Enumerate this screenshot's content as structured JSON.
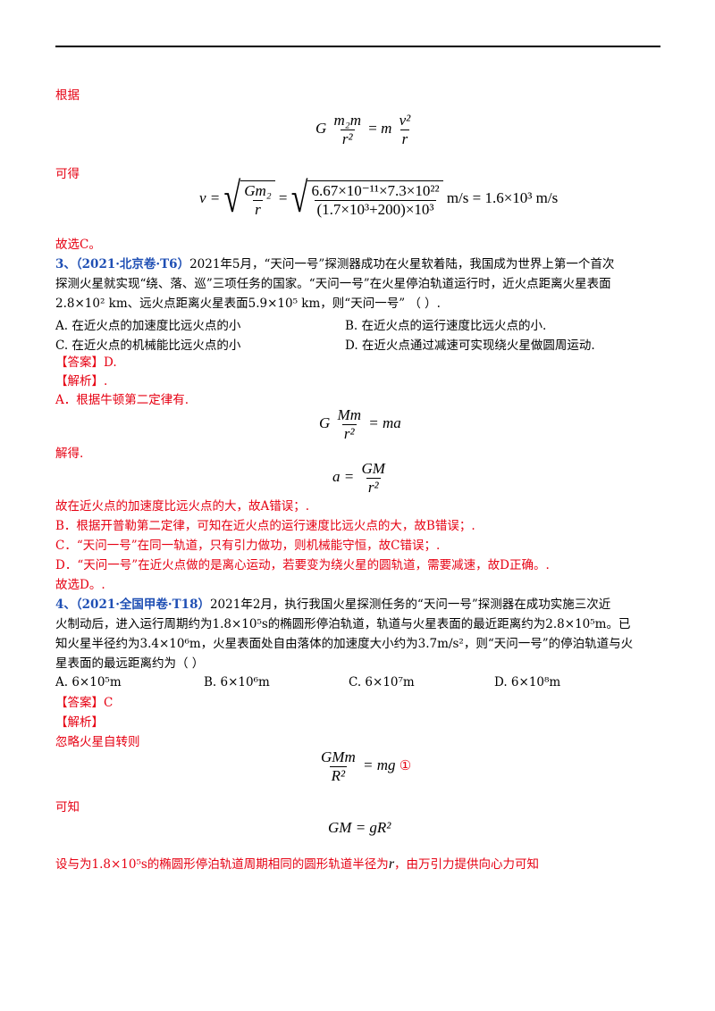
{
  "p1_label": "根据",
  "p1_eq": {
    "G": "G",
    "num": "m₂m",
    "den": "r²",
    "eqs": "=",
    "m": "m",
    "num2": "v²",
    "den2": "r"
  },
  "p2_label": "可得",
  "p2_eq": {
    "lhs": "v =",
    "inner_num": "Gm₂",
    "inner_den": "r",
    "eq1": "=",
    "big_num": "6.67×10⁻¹¹×7.3×10²²",
    "big_den": "(1.7×10³+200)×10³",
    "rhs": "m/s = 1.6×10³ m/s"
  },
  "p3": "故选C。",
  "q3": {
    "num": "3、",
    "tag": "（2021·北京卷·T6）",
    "line1": "2021年5月，“天问一号”探测器成功在火星软着陆，我国成为世界上第一个首次",
    "line2": "探测火星就实现“绕、落、巡”三项任务的国家。“天问一号”在火星停泊轨道运行时，近火点距离火星表面",
    "line3": "2.8×10² km、远火点距离火星表面5.9×10⁵ km，则“天问一号”  （      ）.",
    "optA": "A.  在近火点的加速度比远火点的小",
    "optB": "B.  在近火点的运行速度比远火点的小.",
    "optC": "C.  在近火点的机械能比远火点的小",
    "optD": "D.  在近火点通过减速可实现绕火星做圆周运动.",
    "answer": "【答案】D.",
    "analysis": "【解析】.",
    "a1": "A．根据牛顿第二定律有.",
    "eq1": {
      "G": "G",
      "num": "Mm",
      "den": "r²",
      "rhs": "= ma"
    },
    "a2": "解得.",
    "eq2": {
      "lhs": "a =",
      "num": "GM",
      "den": "r²"
    },
    "a3": "故在近火点的加速度比远火点的大，故A错误；.",
    "a4": "B．根据开普勒第二定律，可知在近火点的运行速度比远火点的大，故B错误；.",
    "a5": "C．“天问一号”在同一轨道，只有引力做功，则机械能守恒，故C错误；.",
    "a6": "D．“天问一号”在近火点做的是离心运动，若要变为绕火星的圆轨道，需要减速，故D正确。.",
    "a7": "故选D。."
  },
  "q4": {
    "num": "4、",
    "tag": "（2021·全国甲卷·T18）",
    "line1": "2021年2月，执行我国火星探测任务的“天问一号”探测器在成功实施三次近",
    "line2": "火制动后，进入运行周期约为1.8×10⁵s的椭圆形停泊轨道，轨道与火星表面的最近距离约为2.8×10⁵m。已",
    "line3": "知火星半径约为3.4×10⁶m，火星表面处自由落体的加速度大小约为3.7m/s²，则“天问一号”的停泊轨道与火",
    "line4": "星表面的最远距离约为（      ）",
    "optA": "A.  6×10⁵m",
    "optB": "B.  6×10⁶m",
    "optC": "C.  6×10⁷m",
    "optD": "D.  6×10⁸m",
    "answer": "【答案】C",
    "analysis": "【解析】",
    "b1": "忽略火星自转则",
    "eq1": {
      "num": "GMm",
      "den": "R²",
      "rhs": "= mg",
      "mark": "①"
    },
    "b2": "可知",
    "eq2": "GM = gR²",
    "b3": "设与为1.8×10⁵s的椭圆形停泊轨道周期相同的圆形轨道半径为",
    "b3_var": "r",
    "b3_end": "，由万引力提供向心力可知"
  }
}
